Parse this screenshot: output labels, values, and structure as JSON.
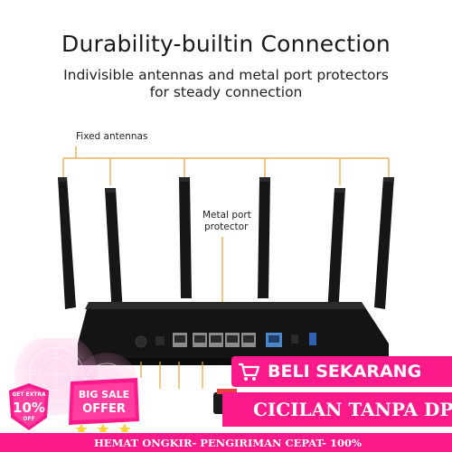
{
  "header": {
    "title": "Durability-builtin Connection",
    "subtitle_line1": "Indivisible antennas and metal port protectors",
    "subtitle_line2": "for steady connection"
  },
  "callouts": {
    "antennas": "Fixed antennas",
    "port_protector_line1": "Metal port",
    "port_protector_line2": "protector"
  },
  "colors": {
    "accent_pink": "#ff1a8c",
    "callout_orange": "#e8a23a",
    "router_black": "#141414"
  },
  "promo": {
    "buy_button": "BELI SEKARANG",
    "cicilan": "CICILAN TANPA DP",
    "ticker": "HEMAT ONGKIR- PENGIRIMAN CEPAT- 100%",
    "extra_badge_line1": "GET EXTRA",
    "extra_badge_value": "10%",
    "extra_badge_line2": "OFF",
    "big_sale_line1": "BIG SALE",
    "big_sale_line2": "OFFER"
  }
}
